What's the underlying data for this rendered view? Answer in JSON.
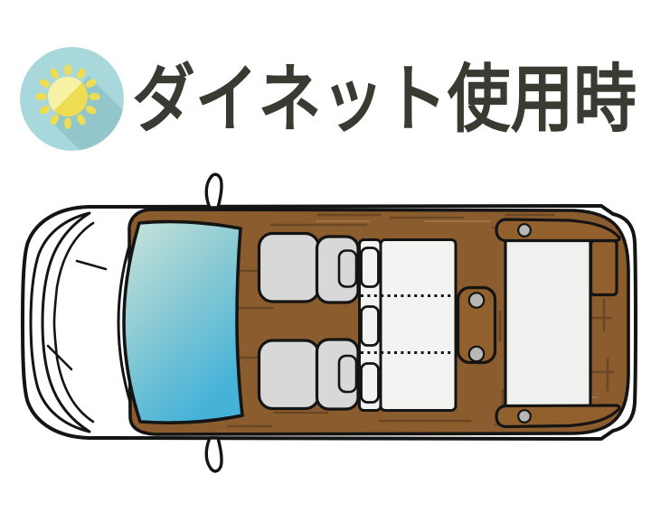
{
  "header": {
    "title": "ダイネット使用時",
    "icon": "sun-icon"
  },
  "colors": {
    "icon_bg": "#a9d8dc",
    "icon_shadow": "#92c6cb",
    "sun_light": "#f7f1a6",
    "sun_dark": "#eedc52",
    "title_text": "#3a3a33",
    "floor": "#8b5c2e",
    "grain_dark": "#6d4722",
    "grain_light": "#a1743f",
    "furniture": "#92602d",
    "seat_gray": "#d8d8d8",
    "bench_white": "#f3f3f1",
    "table_white": "#f0f0ee",
    "bolt_gray": "#b8b8b8",
    "windshield_top": "#c9e4da",
    "windshield_mid": "#8fccd4",
    "windshield_bottom": "#46b2d8",
    "outline": "#141414"
  },
  "diagram": {
    "type": "camper-van-floor-plan-top-view",
    "mode": "dinette-in-use",
    "parts": [
      "vehicle-body",
      "front-bumper",
      "hood-lines",
      "side-mirror-top",
      "side-mirror-bottom",
      "windshield",
      "wood-floor",
      "driver-seat",
      "passenger-seat",
      "rear-bench-3-seater",
      "bench-headrests",
      "table-pedestal-mount",
      "dinette-table",
      "side-bench-front-wall",
      "side-bench-rear-wall",
      "cabinet"
    ]
  }
}
